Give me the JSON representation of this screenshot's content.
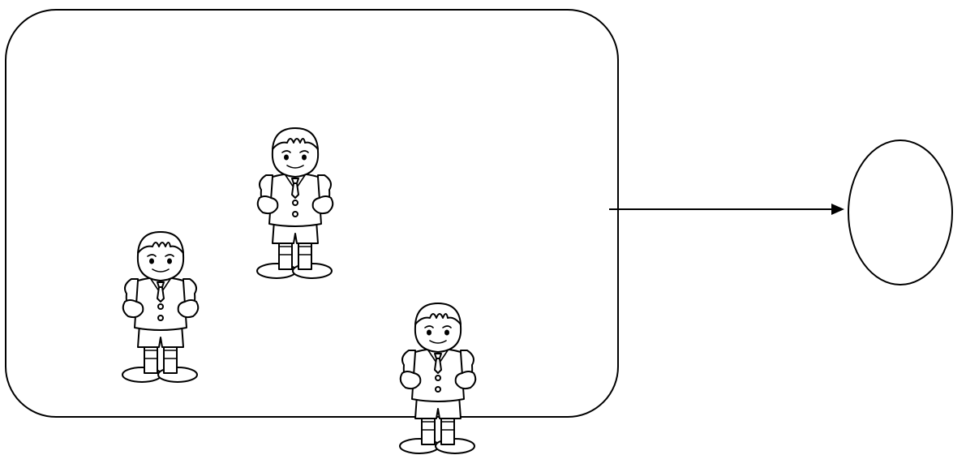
{
  "diagram": {
    "group_box": {
      "shape": "rounded-rectangle",
      "members": 3
    },
    "figures": [
      {
        "icon": "schoolchild-icon"
      },
      {
        "icon": "schoolchild-icon"
      },
      {
        "icon": "schoolchild-icon"
      }
    ],
    "connector": {
      "style": "solid-arrow",
      "direction": "right"
    },
    "target": {
      "shape": "ellipse"
    },
    "colors": {
      "stroke": "#000000",
      "background": "#ffffff"
    }
  }
}
